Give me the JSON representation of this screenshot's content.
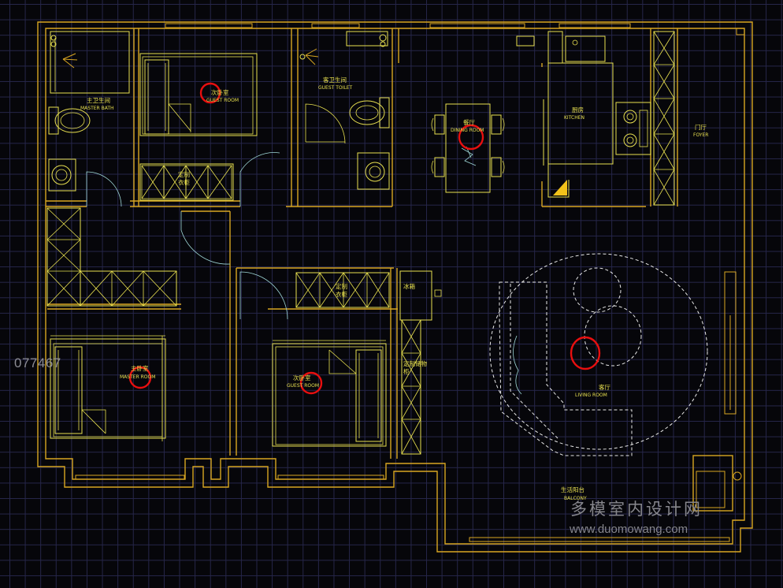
{
  "image_code": "077467",
  "watermark": {
    "brand": "多模室内设计网",
    "url": "www.duomowang.com"
  },
  "rooms": {
    "master_bath": {
      "zh": "主卫生间",
      "en": "MASTER BATH"
    },
    "guest_room_top": {
      "zh": "次卧室",
      "en": "GUEST ROOM"
    },
    "guest_toilet": {
      "zh": "客卫生间",
      "en": "GUEST TOILET"
    },
    "dining": {
      "zh": "餐厅",
      "en": "DINING ROOM"
    },
    "kitchen": {
      "zh": "厨房",
      "en": "KITCHEN"
    },
    "foyer": {
      "zh": "门厅",
      "en": "FOYER"
    },
    "wardrobe_top": {
      "zh1": "定制",
      "zh2": "衣柜"
    },
    "wardrobe_mid": {
      "zh1": "定制",
      "zh2": "衣柜"
    },
    "fridge": {
      "zh": "冰箱"
    },
    "storage": {
      "zh1": "定制储物",
      "zh2": "柜"
    },
    "master_room": {
      "zh": "主卧室",
      "en": "MASTER ROOM"
    },
    "guest_room_bottom": {
      "zh": "次卧室",
      "en": "GUEST ROOM"
    },
    "living": {
      "zh": "客厅",
      "en": "LIVING ROOM"
    },
    "balcony": {
      "zh": "生活阳台",
      "en": "BALCONY"
    }
  },
  "colors": {
    "wall": "#d8a622",
    "furniture": "#e8e050",
    "highlight": "#e80f0f",
    "grid": "#26264a"
  }
}
